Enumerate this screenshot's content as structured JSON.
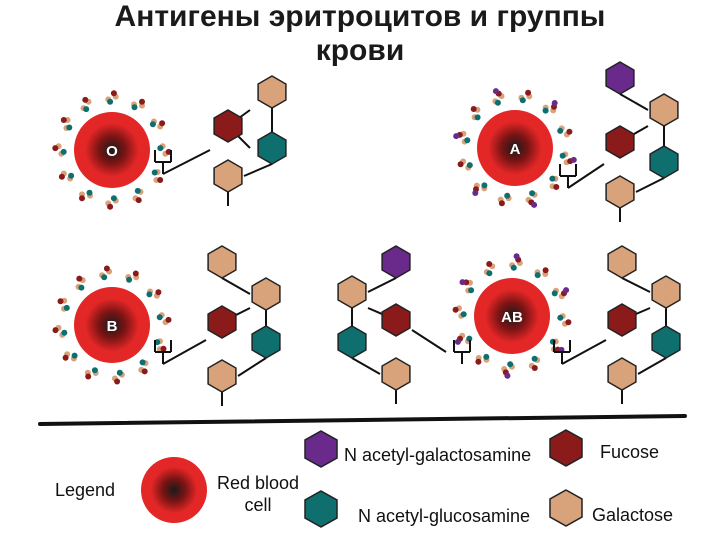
{
  "title": {
    "line1": "Антигены эритроцитов и группы",
    "line2": "крови"
  },
  "colors": {
    "fucose": "#8b1a1a",
    "galactose": "#d8a27a",
    "n_acetyl_galactosamine": "#6a2a8c",
    "n_acetyl_glucosamine": "#0f6e6e",
    "cell_outer": "#e32626",
    "cell_core": "#1a1a1a",
    "outline": "#222222"
  },
  "cells": [
    {
      "label": "O"
    },
    {
      "label": "A"
    },
    {
      "label": "B"
    },
    {
      "label": "AB"
    }
  ],
  "legend": {
    "title": "Legend",
    "cell_label": "Red blood cell",
    "cell_label_line1": "Red blood",
    "cell_label_line2": "cell",
    "items": [
      {
        "label": "N acetyl-galactosamine",
        "color": "#6a2a8c"
      },
      {
        "label": "Fucose",
        "color": "#8b1a1a"
      },
      {
        "label": "N acetyl-glucosamine",
        "color": "#0f6e6e"
      },
      {
        "label": "Galactose",
        "color": "#d8a27a"
      }
    ]
  }
}
